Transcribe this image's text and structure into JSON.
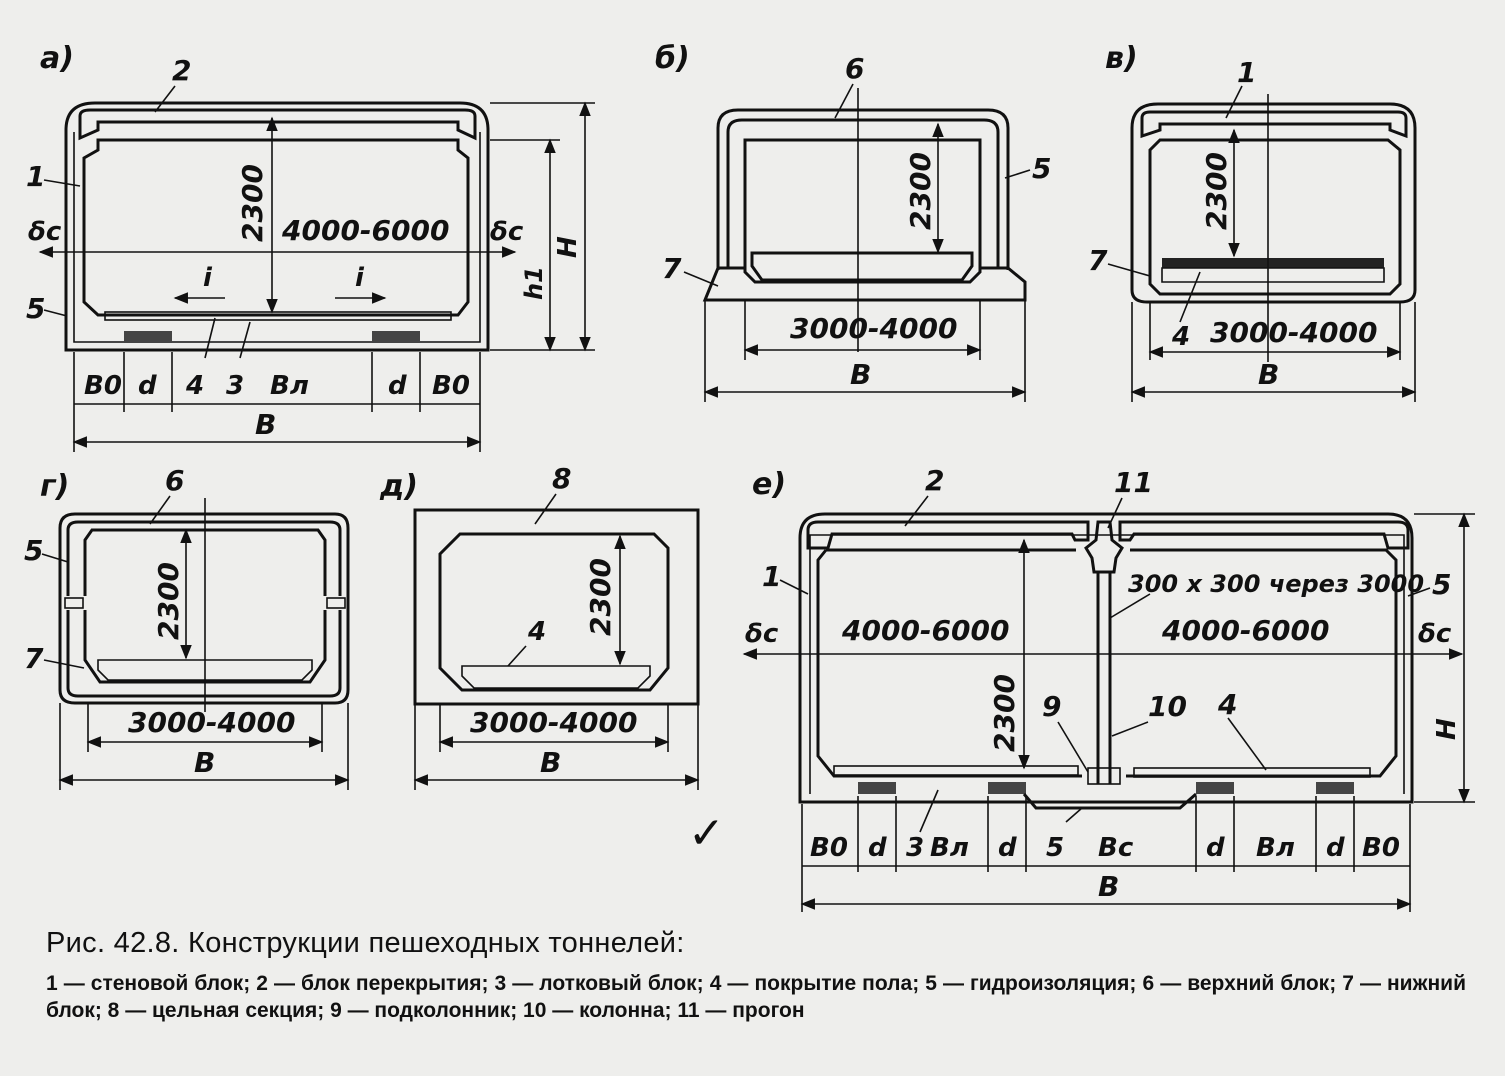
{
  "caption": {
    "title": "Рис. 42.8. Конструкции пешеходных тоннелей:",
    "legend": "1 — стеновой блок; 2 — блок перекрытия; 3 — лотковый блок; 4 — покрытие пола; 5 — гидроизоляция; 6 — верхний блок; 7 — нижний блок; 8 — цельная секция; 9 — подколонник; 10 — колонна; 11 — прогон"
  },
  "panels": {
    "a": {
      "tag": "а)",
      "labels": {
        "n1": "1",
        "n2": "2",
        "n3": "3",
        "n4": "4",
        "n5": "5",
        "dc_left": "δc",
        "dc_right": "δc",
        "i_left": "i",
        "i_right": "i",
        "H": "H",
        "h1": "h1"
      },
      "height": "2300",
      "width": "4000-6000",
      "bottom_dims": [
        "B0",
        "d",
        "4",
        "3",
        "Bл",
        "d",
        "B0"
      ],
      "total": "B"
    },
    "b": {
      "tag": "б)",
      "labels": {
        "n6": "6",
        "n5": "5",
        "n7": "7"
      },
      "height": "2300",
      "width": "3000-4000",
      "total": "B"
    },
    "v": {
      "tag": "в)",
      "labels": {
        "n1": "1",
        "n7": "7",
        "n4": "4"
      },
      "height": "2300",
      "width": "3000-4000",
      "total": "B"
    },
    "g": {
      "tag": "г)",
      "labels": {
        "n6": "6",
        "n5": "5",
        "n7": "7"
      },
      "height": "2300",
      "width": "3000-4000",
      "total": "B"
    },
    "d": {
      "tag": "д)",
      "labels": {
        "n8": "8",
        "n4": "4"
      },
      "height": "2300",
      "width": "3000-4000",
      "total": "B"
    },
    "e": {
      "tag": "е)",
      "labels": {
        "n1": "1",
        "n2": "2",
        "n4": "4",
        "n5": "5",
        "n9": "9",
        "n10": "10",
        "n11": "11",
        "dc_left": "δc",
        "dc_right": "δc",
        "H": "H"
      },
      "column_note": "300 х 300 через 3000",
      "height": "2300",
      "width_left": "4000-6000",
      "width_right": "4000-6000",
      "bottom_dims": [
        "B0",
        "d",
        "3",
        "Bл",
        "d",
        "5",
        "Bc",
        "d",
        "Bл",
        "d",
        "B0"
      ],
      "total": "B"
    }
  },
  "check_mark": "✓"
}
